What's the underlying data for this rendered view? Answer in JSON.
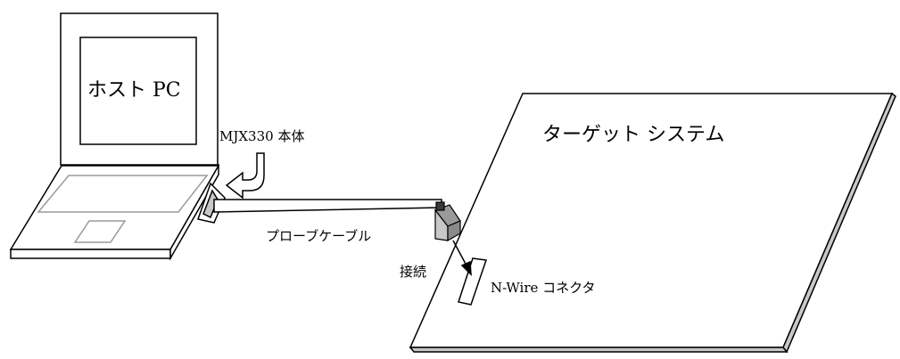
{
  "labels": {
    "host_pc": "ホスト PC",
    "target_system": "ターゲット システム",
    "mjx_unit": "MJX330 本体",
    "probe_cable": "プローブケーブル",
    "connect": "接続",
    "nwire_connector": "N-Wire コネクタ"
  },
  "colors": {
    "stroke": "#000000",
    "light_gray": "#c8c8c8",
    "mid_gray": "#9a9a9a",
    "dark": "#3a3a3a"
  }
}
